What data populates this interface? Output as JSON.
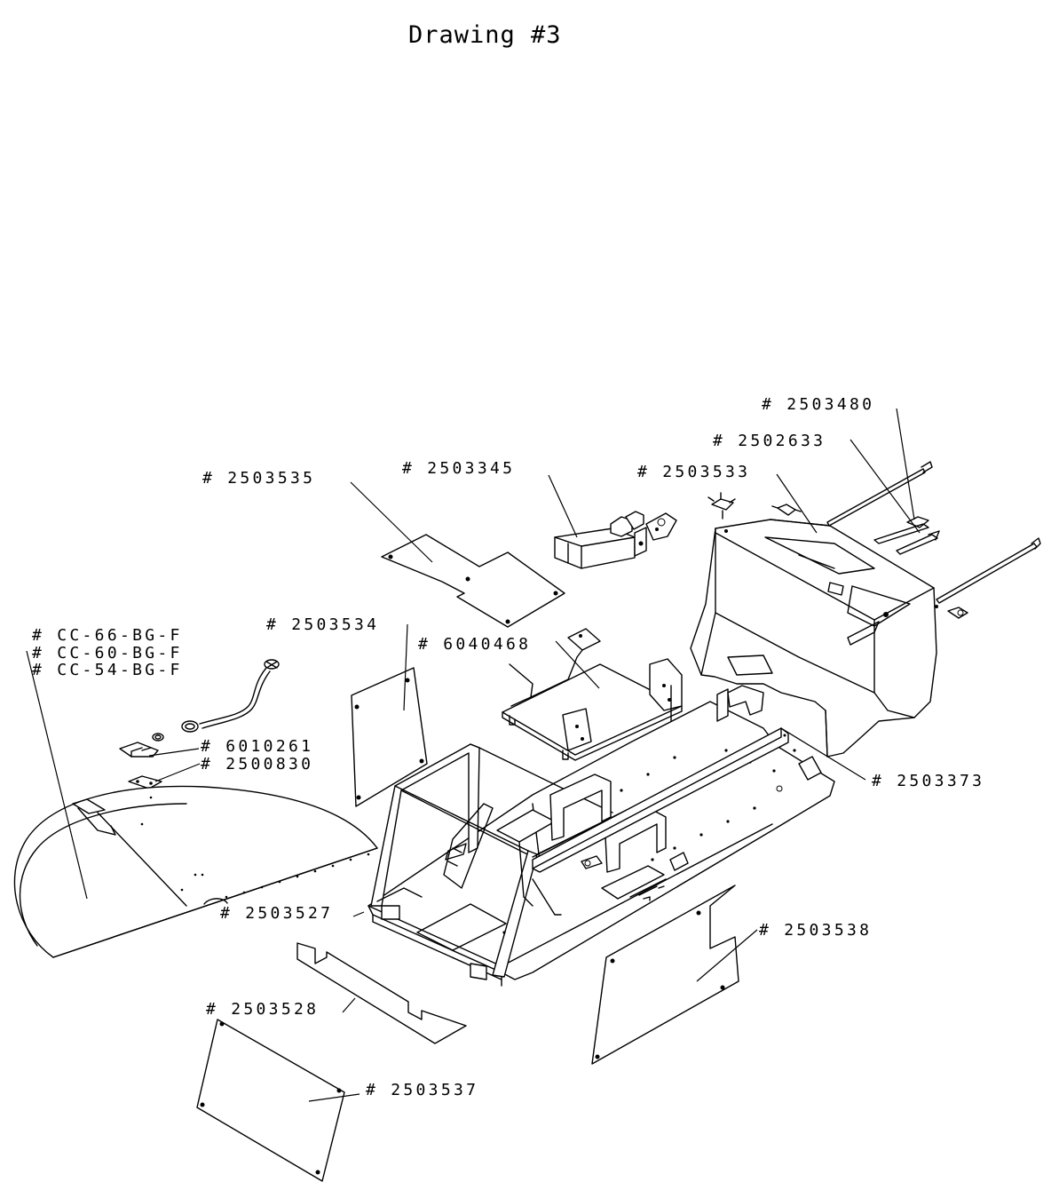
{
  "title": "Drawing #3",
  "parts": {
    "p2503480": "# 2503480",
    "p2502633": "# 2502633",
    "p2503533": "# 2503533",
    "p2503345": "# 2503345",
    "p2503535": "# 2503535",
    "p2503534": "# 2503534",
    "p6040468": "# 6040468",
    "cc66": "# CC-66-BG-F",
    "cc60": "# CC-60-BG-F",
    "cc54": "# CC-54-BG-F",
    "p6010261": "# 6010261",
    "p2500830": "# 2500830",
    "p2503373": "# 2503373",
    "p2503527": "# 2503527",
    "p2503538": "# 2503538",
    "p2503528": "# 2503528",
    "p2503537": "# 2503537"
  }
}
